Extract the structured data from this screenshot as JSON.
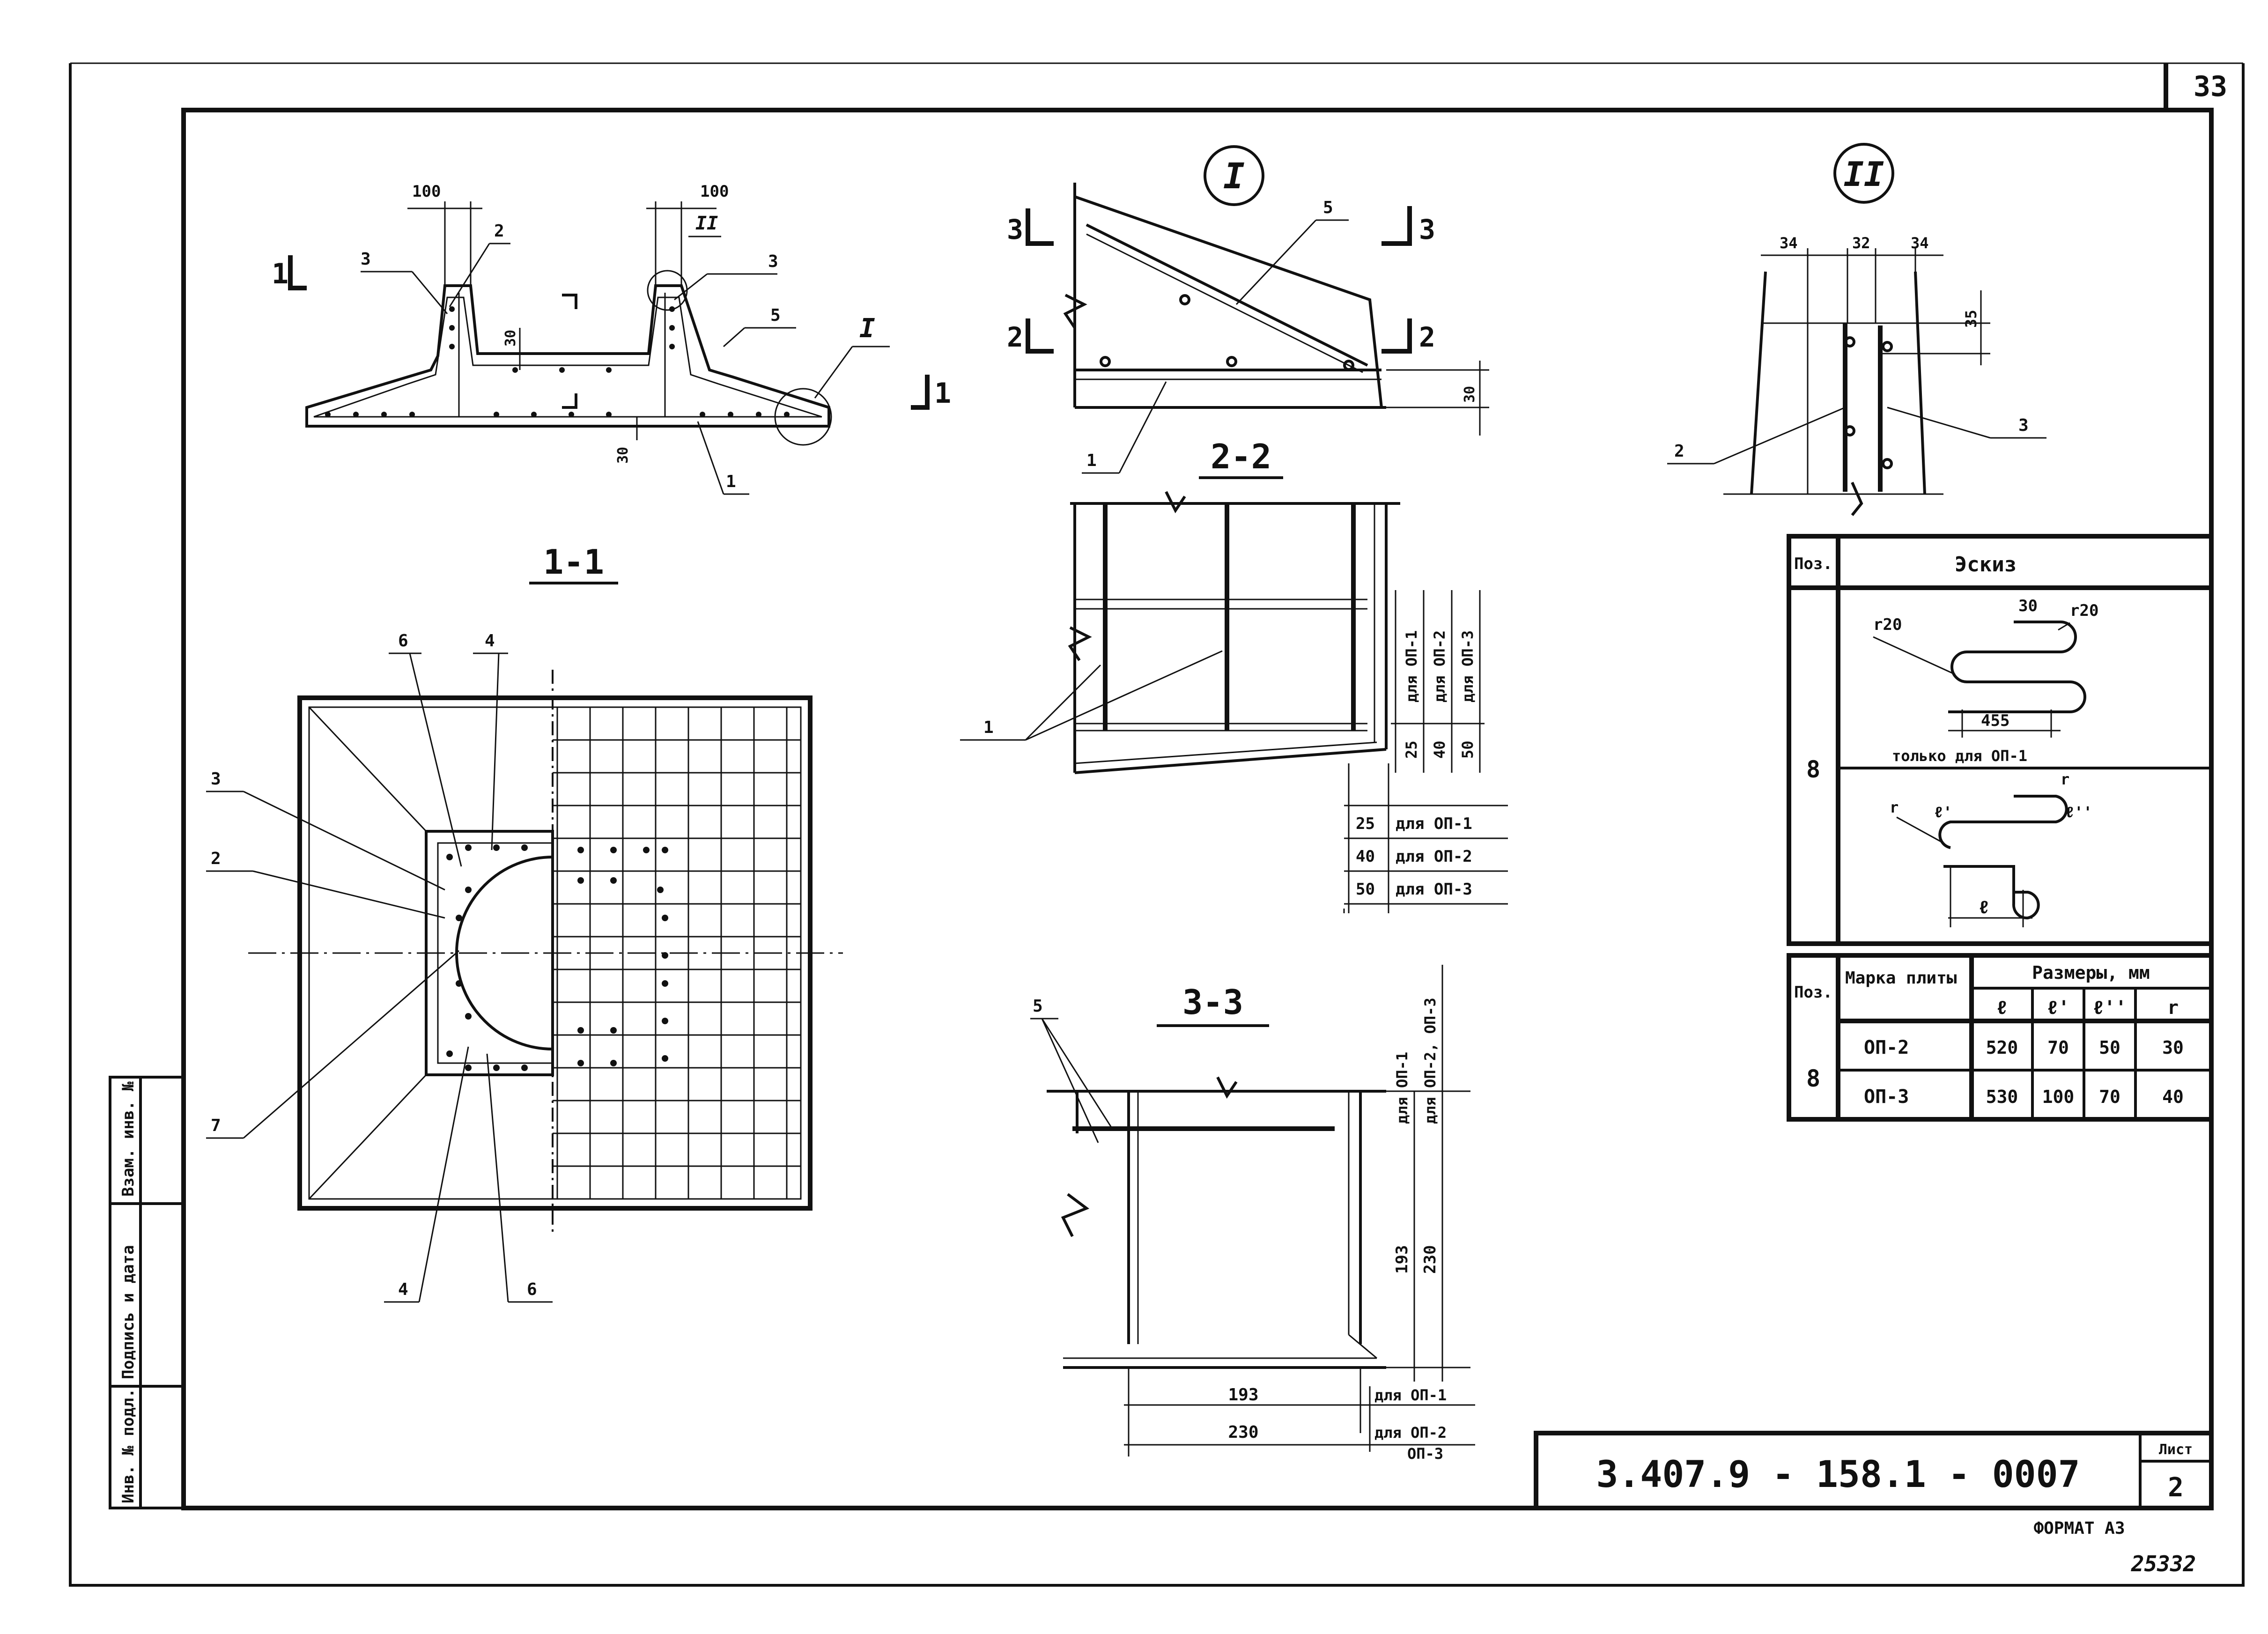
{
  "sheet": {
    "page_number": "33",
    "doc_code": "3.407.9 - 158.1 - 0007",
    "sheet_label": "Лист",
    "sheet_number": "2",
    "format": "ФОРМАТ A3",
    "inventory_mark": "25332"
  },
  "side_stamp": {
    "inv_original": "Инв. № подл.",
    "sign_date": "Подпись и дата",
    "replace_inv": "Взам. инв. №"
  },
  "views": {
    "plan_title": "1-1",
    "node1_title": "I",
    "node2_title": "II",
    "sec22_title": "2-2",
    "sec33_title": "3-3"
  },
  "section_marks": {
    "s1": "1",
    "s2": "2",
    "s3": "3",
    "node_i": "I",
    "node_ii": "II"
  },
  "dims": {
    "d100a": "100",
    "d100b": "100",
    "d30a": "30",
    "d30b": "30",
    "d30c": "30",
    "d34a": "34",
    "d32": "32",
    "d34b": "34",
    "d35": "35",
    "d25": "25",
    "d40": "40",
    "d50": "50",
    "d193h": "193",
    "d230h": "230",
    "d193v": "193",
    "d230v": "230"
  },
  "callouts": {
    "p1": "1",
    "p2": "2",
    "p3": "3",
    "p4": "4",
    "p5": "5",
    "p6": "6",
    "p7": "7",
    "p8": "8"
  },
  "notes": {
    "for_op1": "для ОП-1",
    "for_op2": "для ОП-2",
    "for_op3": "для ОП-3",
    "for_op2_op3": "для ОП-2, ОП-3",
    "op3": "ОП-3",
    "only_op1": "только для ОП-1",
    "r20a": "r20",
    "r20b": "r20",
    "d30sk": "30",
    "d455": "455",
    "l": "ℓ",
    "r": "r",
    "l1": "ℓ'",
    "l2": "ℓ''"
  },
  "sketch_table": {
    "col_pos": "Поз.",
    "col_sketch": "Эскиз",
    "pos": "8"
  },
  "size_table": {
    "col_pos": "Поз.",
    "col_mark": "Марка плиты",
    "col_sizes": "Размеры, мм",
    "sub_headers": [
      "ℓ",
      "ℓ'",
      "ℓ''",
      "r"
    ],
    "pos": "8",
    "rows": [
      {
        "mark": "ОП-2",
        "values": [
          "520",
          "70",
          "50",
          "30"
        ]
      },
      {
        "mark": "ОП-3",
        "values": [
          "530",
          "100",
          "70",
          "40"
        ]
      }
    ]
  }
}
